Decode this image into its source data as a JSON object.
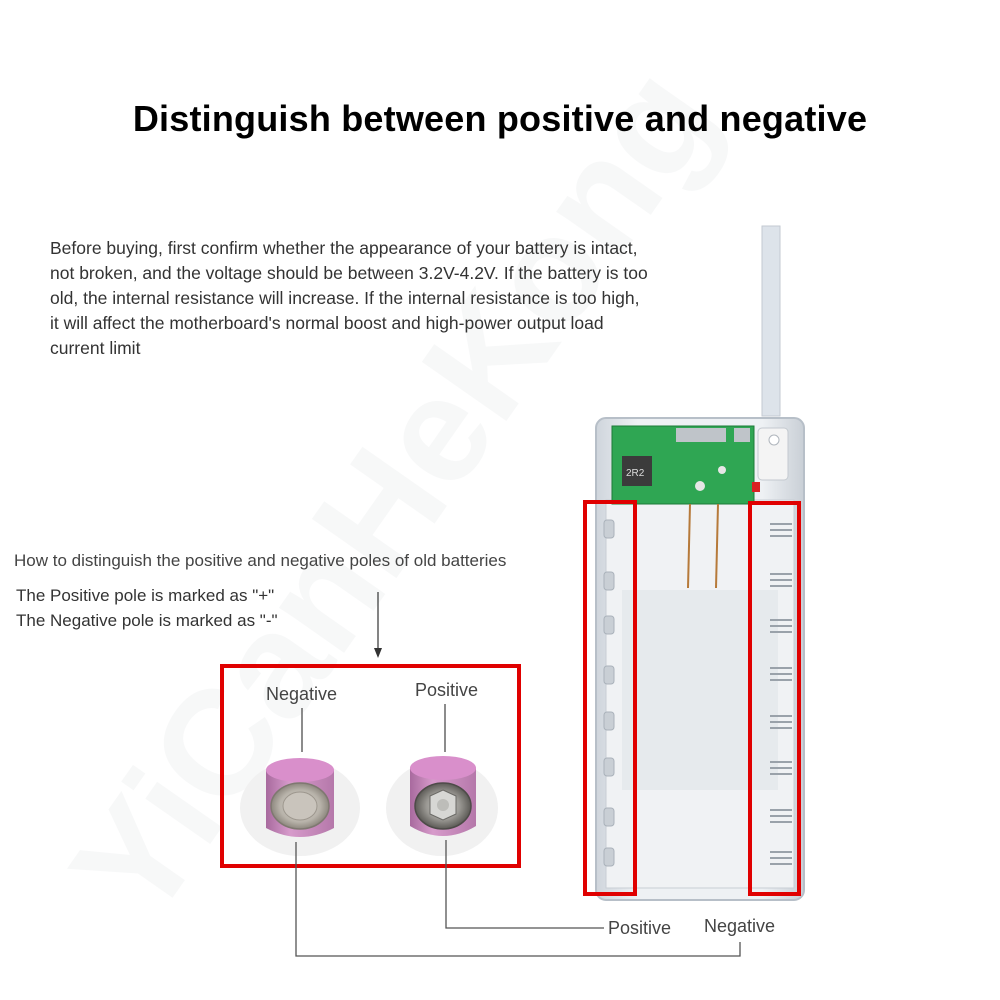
{
  "title": "Distinguish between positive and negative",
  "intro_lines": [
    "Before buying, first confirm whether the appearance of your battery is intact,",
    "not broken, and the voltage should be between 3.2V-4.2V. If the battery is too",
    "old, the internal resistance will increase. If the internal resistance is too high,",
    "it will affect the motherboard's normal boost and high-power output load",
    "current limit"
  ],
  "howto": "How to distinguish the positive and negative poles of old batteries",
  "positive_rule": "The Positive pole is marked as \"+\"",
  "negative_rule": "The Negative pole is marked as \"-\"",
  "labels": {
    "negative_top": "Negative",
    "positive_top": "Positive",
    "positive_bottom": "Positive",
    "negative_bottom": "Negative"
  },
  "pcb_marking": "2R2",
  "watermark": "YiCanHeKong",
  "colors": {
    "highlight_red": "#e00000",
    "battery_wrap": "#c87fb8",
    "case_body": "#e6eaef",
    "pcb_green": "#2fa653"
  }
}
